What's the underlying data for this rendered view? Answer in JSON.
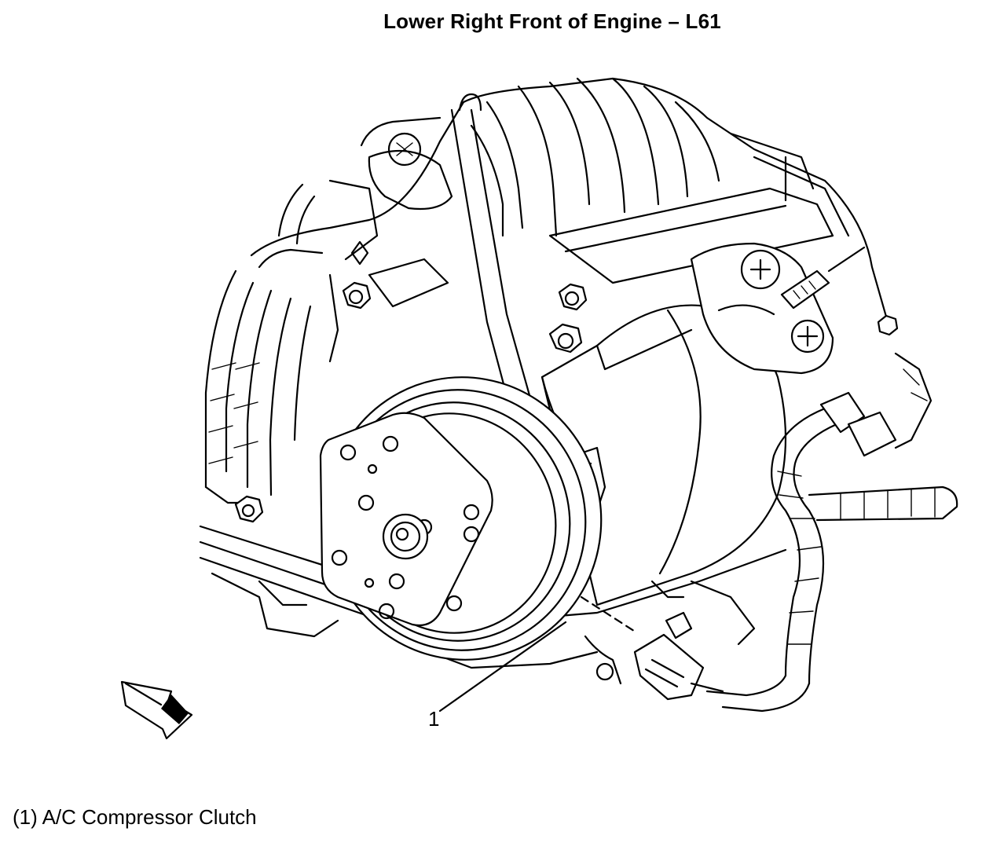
{
  "title": "Lower Right Front of Engine – L61",
  "callouts": [
    {
      "number": "1",
      "label": "A/C Compressor Clutch"
    }
  ],
  "legend": "(1) A/C Compressor Clutch",
  "icons": [
    "front-direction-arrow-icon"
  ]
}
